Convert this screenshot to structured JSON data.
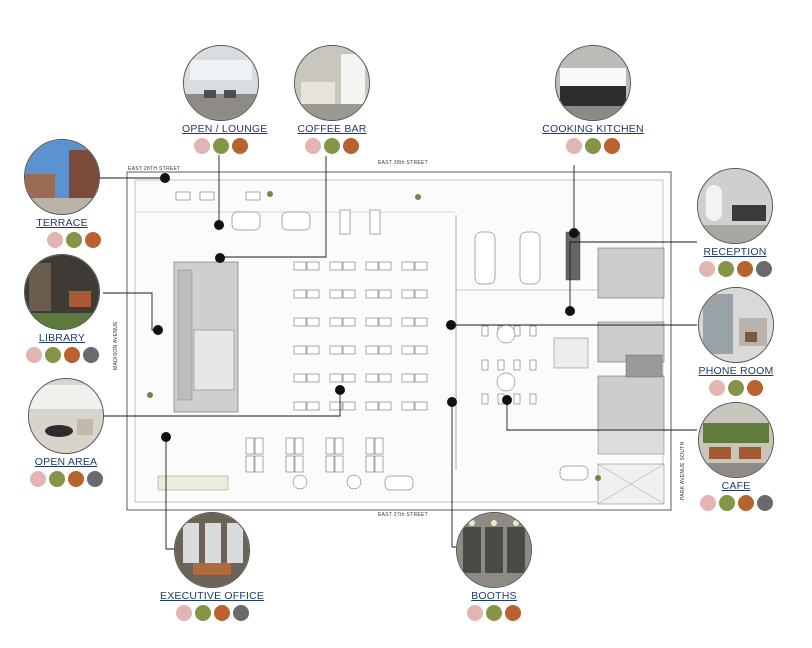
{
  "streets": {
    "north": "EAST 28th STREET",
    "south": "EAST 27th STREET",
    "west": "MADISON AVENUE",
    "nw_corner": "EAST 28TH STREET",
    "ne_corner": "PARK AVENUE SOUTH"
  },
  "colors": {
    "blush": "#e2b4b2",
    "olive": "#849548",
    "rust": "#b8622f",
    "gray": "#6a6a6c",
    "label": "#1f3a6e"
  },
  "callouts": [
    {
      "id": "open-lounge",
      "label": "OPEN / LOUNGE",
      "swatches": [
        "blush",
        "olive",
        "rust"
      ]
    },
    {
      "id": "coffee-bar",
      "label": "COFFEE BAR",
      "swatches": [
        "blush",
        "olive",
        "rust"
      ]
    },
    {
      "id": "cooking-kitchen",
      "label": "COOKING KITCHEN",
      "swatches": [
        "blush",
        "olive",
        "rust"
      ]
    },
    {
      "id": "terrace",
      "label": "TERRACE",
      "swatches": [
        "blush",
        "olive",
        "rust"
      ]
    },
    {
      "id": "library",
      "label": "LIBRARY",
      "swatches": [
        "blush",
        "olive",
        "rust",
        "gray"
      ]
    },
    {
      "id": "open-area",
      "label": "OPEN AREA",
      "swatches": [
        "blush",
        "olive",
        "rust",
        "gray"
      ]
    },
    {
      "id": "reception",
      "label": "RECEPTION",
      "swatches": [
        "blush",
        "olive",
        "rust",
        "gray"
      ]
    },
    {
      "id": "phone-room",
      "label": "PHONE ROOM",
      "swatches": [
        "blush",
        "olive",
        "rust"
      ]
    },
    {
      "id": "cafe",
      "label": "CAFE",
      "swatches": [
        "blush",
        "olive",
        "rust",
        "gray"
      ]
    },
    {
      "id": "executive-office",
      "label": "EXECUTIVE OFFICE",
      "swatches": [
        "blush",
        "olive",
        "rust",
        "gray"
      ]
    },
    {
      "id": "booths",
      "label": "BOOTHS",
      "swatches": [
        "blush",
        "olive",
        "rust"
      ]
    }
  ]
}
